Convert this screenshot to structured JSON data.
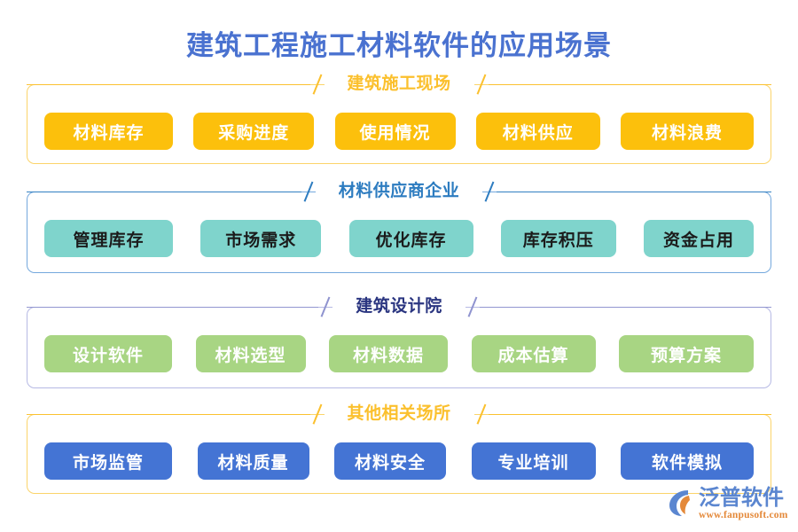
{
  "page": {
    "title": "建筑工程施工材料软件的应用场景",
    "title_color": "#4a72d0",
    "background": "#ffffff"
  },
  "sections": [
    {
      "title": "建筑施工现场",
      "title_color": "#fbc02d",
      "border_color": "#fbd46a",
      "chip_bg": "#fcc00c",
      "chip_text_color": "#ffffff",
      "items": [
        {
          "label": "材料库存"
        },
        {
          "label": "采购进度"
        },
        {
          "label": "使用情况"
        },
        {
          "label": "材料供应"
        },
        {
          "label": "材料浪费"
        }
      ]
    },
    {
      "title": "材料供应商企业",
      "title_color": "#2d7cc0",
      "border_color": "#74a8dd",
      "chip_bg": "#7fd4cc",
      "chip_text_color": "#1b1b1b",
      "items": [
        {
          "label": "管理库存"
        },
        {
          "label": "市场需求"
        },
        {
          "label": "优化库存"
        },
        {
          "label": "库存积压"
        },
        {
          "label": "资金占用"
        }
      ]
    },
    {
      "title": "建筑设计院",
      "title_color": "#2a3580",
      "border_color": "#b6b9e4",
      "chip_bg": "#a8d583",
      "chip_text_color": "#ffffff",
      "items": [
        {
          "label": "设计软件"
        },
        {
          "label": "材料选型"
        },
        {
          "label": "材料数据"
        },
        {
          "label": "成本估算"
        },
        {
          "label": "预算方案"
        }
      ]
    },
    {
      "title": "其他相关场所",
      "title_color": "#fbc02d",
      "border_color": "#fbd46a",
      "chip_bg": "#4474d4",
      "chip_text_color": "#ffffff",
      "items": [
        {
          "label": "市场监管"
        },
        {
          "label": "材料质量"
        },
        {
          "label": "材料安全"
        },
        {
          "label": "专业培训"
        },
        {
          "label": "软件模拟"
        }
      ]
    }
  ],
  "logo": {
    "icon": "fanpu-swoosh-icon",
    "name": "泛普软件",
    "url": "www.fanpusoft.com",
    "name_color": "#5b86d0",
    "url_color": "#e4893a"
  }
}
